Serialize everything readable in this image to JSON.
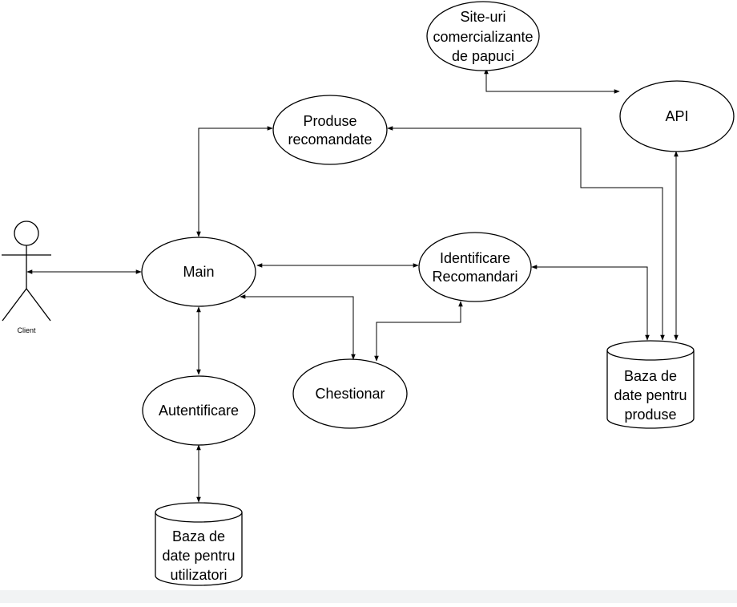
{
  "diagram": {
    "actor": {
      "label": "Client"
    },
    "nodes": {
      "main": {
        "label": [
          "Main"
        ]
      },
      "produse": {
        "label": [
          "Produse",
          "recomandate"
        ]
      },
      "identificare": {
        "label": [
          "Identificare",
          "Recomandari"
        ]
      },
      "chestionar": {
        "label": [
          "Chestionar"
        ]
      },
      "autentificare": {
        "label": [
          "Autentificare"
        ]
      },
      "site_uri": {
        "label": [
          "Site-uri",
          "comercializante",
          "de papuci"
        ]
      },
      "api": {
        "label": [
          "API"
        ]
      },
      "db_produse": {
        "label": [
          "Baza de",
          "date pentru",
          "produse"
        ]
      },
      "db_utilizatori": {
        "label": [
          "Baza de",
          "date pentru",
          "utilizatori"
        ]
      }
    },
    "edges": [
      {
        "from": "client",
        "to": "main",
        "direction": "both"
      },
      {
        "from": "main",
        "to": "produse",
        "direction": "both"
      },
      {
        "from": "main",
        "to": "identificare",
        "direction": "both"
      },
      {
        "from": "main",
        "to": "chestionar",
        "direction": "both"
      },
      {
        "from": "main",
        "to": "autentificare",
        "direction": "both"
      },
      {
        "from": "autentificare",
        "to": "db_utilizatori",
        "direction": "both"
      },
      {
        "from": "chestionar",
        "to": "identificare",
        "direction": "both"
      },
      {
        "from": "identificare",
        "to": "db_produse",
        "direction": "both"
      },
      {
        "from": "produse",
        "to": "db_produse",
        "direction": "both"
      },
      {
        "from": "api",
        "to": "db_produse",
        "direction": "both"
      },
      {
        "from": "site_uri",
        "to": "api",
        "direction": "both"
      }
    ]
  }
}
